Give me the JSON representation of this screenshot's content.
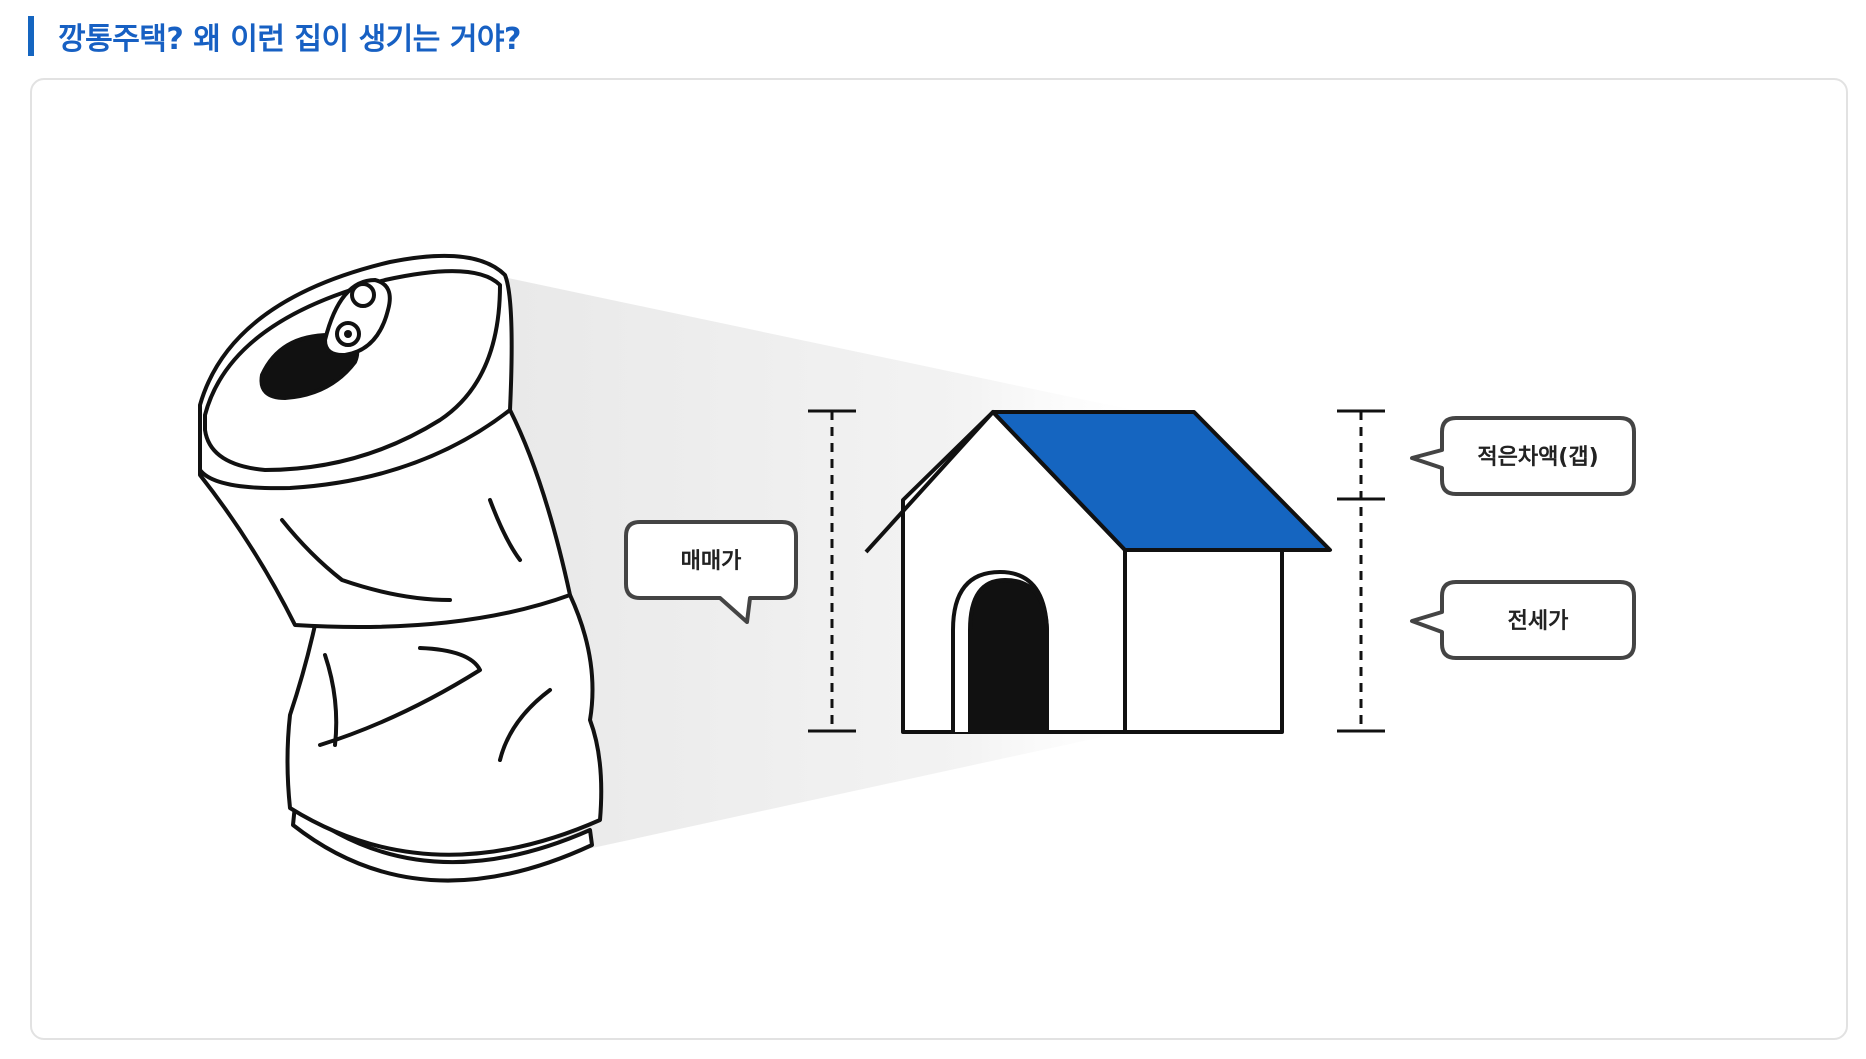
{
  "heading": {
    "title": "깡통주택? 왜 이런 집이 생기는 거야?"
  },
  "diagram": {
    "labels": {
      "sale_price": "매매가",
      "small_gap": "적은차액(갭)",
      "jeonse_price": "전세가"
    }
  },
  "colors": {
    "accent_blue": "#1565c0",
    "roof_blue": "#1565c0",
    "line": "#111111",
    "card_border": "#e2e2e2"
  },
  "icons": {
    "can": "crushed-can-icon",
    "house": "house-icon"
  }
}
